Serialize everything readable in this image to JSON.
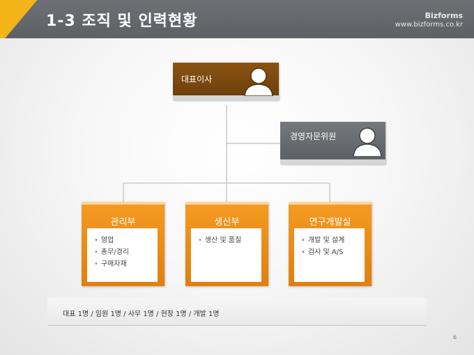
{
  "header": {
    "title": "1-3 조직 및 인력현황",
    "brand_name": "Bizforms",
    "brand_url": "www.bizforms.co.kr",
    "accent_color": "#f3b417",
    "bar_color": "#666a6e"
  },
  "org": {
    "ceo": {
      "label": "대표이사",
      "icon": "person-icon",
      "color": "#7c4a10"
    },
    "advisor": {
      "label": "경영자문위원",
      "icon": "person-icon",
      "color": "#676b6f"
    },
    "departments": [
      {
        "name": "관리부",
        "items": [
          "영업",
          "총무/경리",
          "구매자재"
        ]
      },
      {
        "name": "생산부",
        "items": [
          "생산 및 품질"
        ]
      },
      {
        "name": "연구개발실",
        "items": [
          "개발 및 설계",
          "검사 및 A/S"
        ]
      }
    ],
    "dept_color": "#ec8c18"
  },
  "summary": "대표 1명 / 임원 1명 / 사무 1명 / 현장 1명 / 개발 1명",
  "page_number": "6"
}
